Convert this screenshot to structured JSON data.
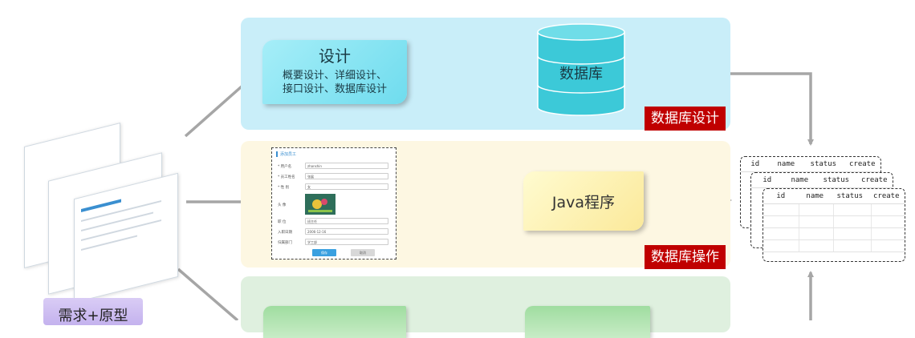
{
  "bands": {
    "design": {
      "title": "设计",
      "subtitle_line1": "概要设计、详细设计、",
      "subtitle_line2": "接口设计、数据库设计",
      "database_label": "数据库",
      "tag": "数据库设计"
    },
    "operate": {
      "program_label": "Java程序",
      "tag": "数据库操作"
    }
  },
  "requirements_label": "需求+原型",
  "table": {
    "columns": [
      "id",
      "name",
      "status",
      "create"
    ]
  },
  "form": {
    "title": "添加员工",
    "fields": [
      {
        "label": "* 用户名",
        "value": "zhanshin"
      },
      {
        "label": "* 员工姓名",
        "value": "张展"
      },
      {
        "label": "* 性 别",
        "value": "女"
      },
      {
        "label": "头 像",
        "value": ""
      },
      {
        "label": "职 位",
        "value": "班主任"
      },
      {
        "label": "入职日期",
        "value": "2006-12-16"
      },
      {
        "label": "归属部门",
        "value": "学工部"
      }
    ],
    "save_label": "保存",
    "cancel_label": "取消"
  },
  "colors": {
    "tag_red": "#c00000",
    "arrow_gray": "#a6a6a6",
    "cylinder": "#3cc9d8"
  }
}
